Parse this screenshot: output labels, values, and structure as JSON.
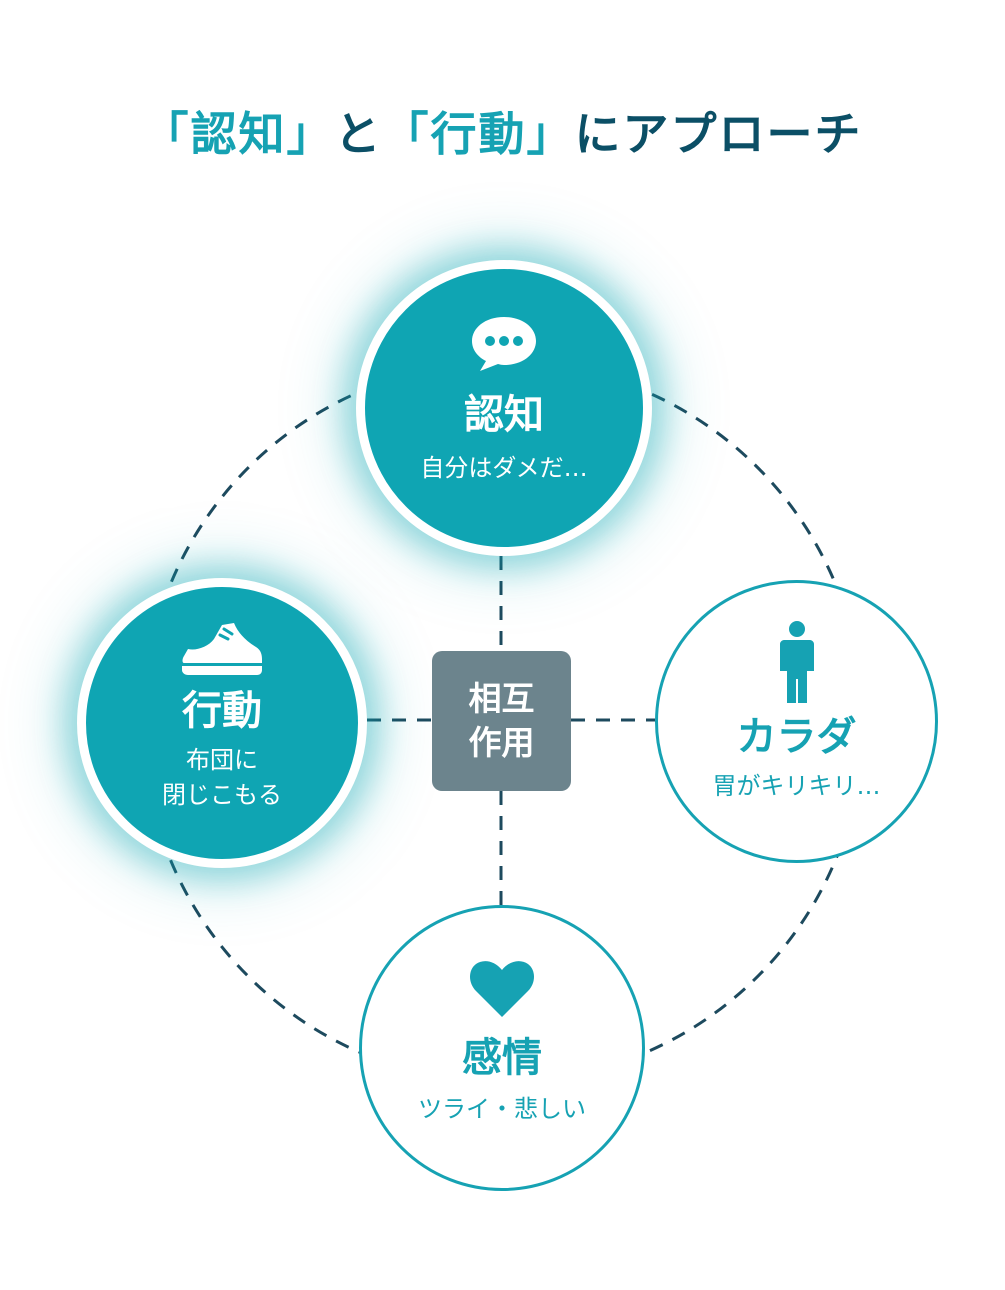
{
  "title": {
    "part1": "「認知」",
    "part2": "と",
    "part3": "「行動」",
    "part4": "にアプローチ"
  },
  "center": {
    "label": "相互\n作用"
  },
  "nodes": {
    "cognition": {
      "label": "認知",
      "desc": "自分はダメだ…",
      "icon": "speech-bubble-icon"
    },
    "behavior": {
      "label": "行動",
      "desc": "布団に\n閉じこもる",
      "icon": "sneaker-icon"
    },
    "body": {
      "label": "カラダ",
      "desc": "胃がキリキリ…",
      "icon": "person-icon"
    },
    "emotion": {
      "label": "感情",
      "desc": "ツライ・悲しい",
      "icon": "heart-icon"
    }
  },
  "colors": {
    "teal": "#0fa5b3",
    "navy": "#0b4f66",
    "gray_box": "#6c848d",
    "dashed_line": "#1d4a5e"
  }
}
